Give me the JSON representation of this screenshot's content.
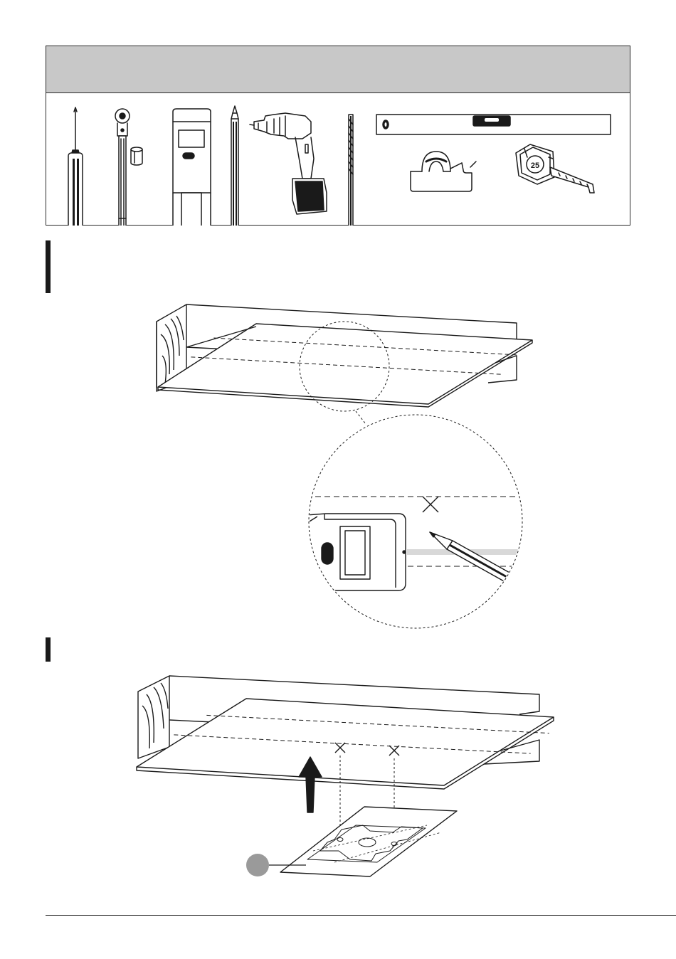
{
  "tools_section": {
    "title": "",
    "tools": [
      {
        "name": "phillips-screwdriver"
      },
      {
        "name": "ratchet-wrench-with-socket"
      },
      {
        "name": "stud-finder"
      },
      {
        "name": "pencil"
      },
      {
        "name": "cordless-drill"
      },
      {
        "name": "drill-bit"
      },
      {
        "name": "spirit-level"
      },
      {
        "name": "tape-dispenser"
      },
      {
        "name": "measuring-tape"
      }
    ],
    "tape_measure_badge": "25"
  },
  "step1": {
    "label": ""
  },
  "step2": {
    "label": ""
  },
  "callout": {
    "label": ""
  },
  "footer": {
    "page_number": ""
  },
  "colors": {
    "ink": "#1a1a1a",
    "header_fill": "#c8c8c8",
    "callout_fill": "#9a9a9a"
  }
}
